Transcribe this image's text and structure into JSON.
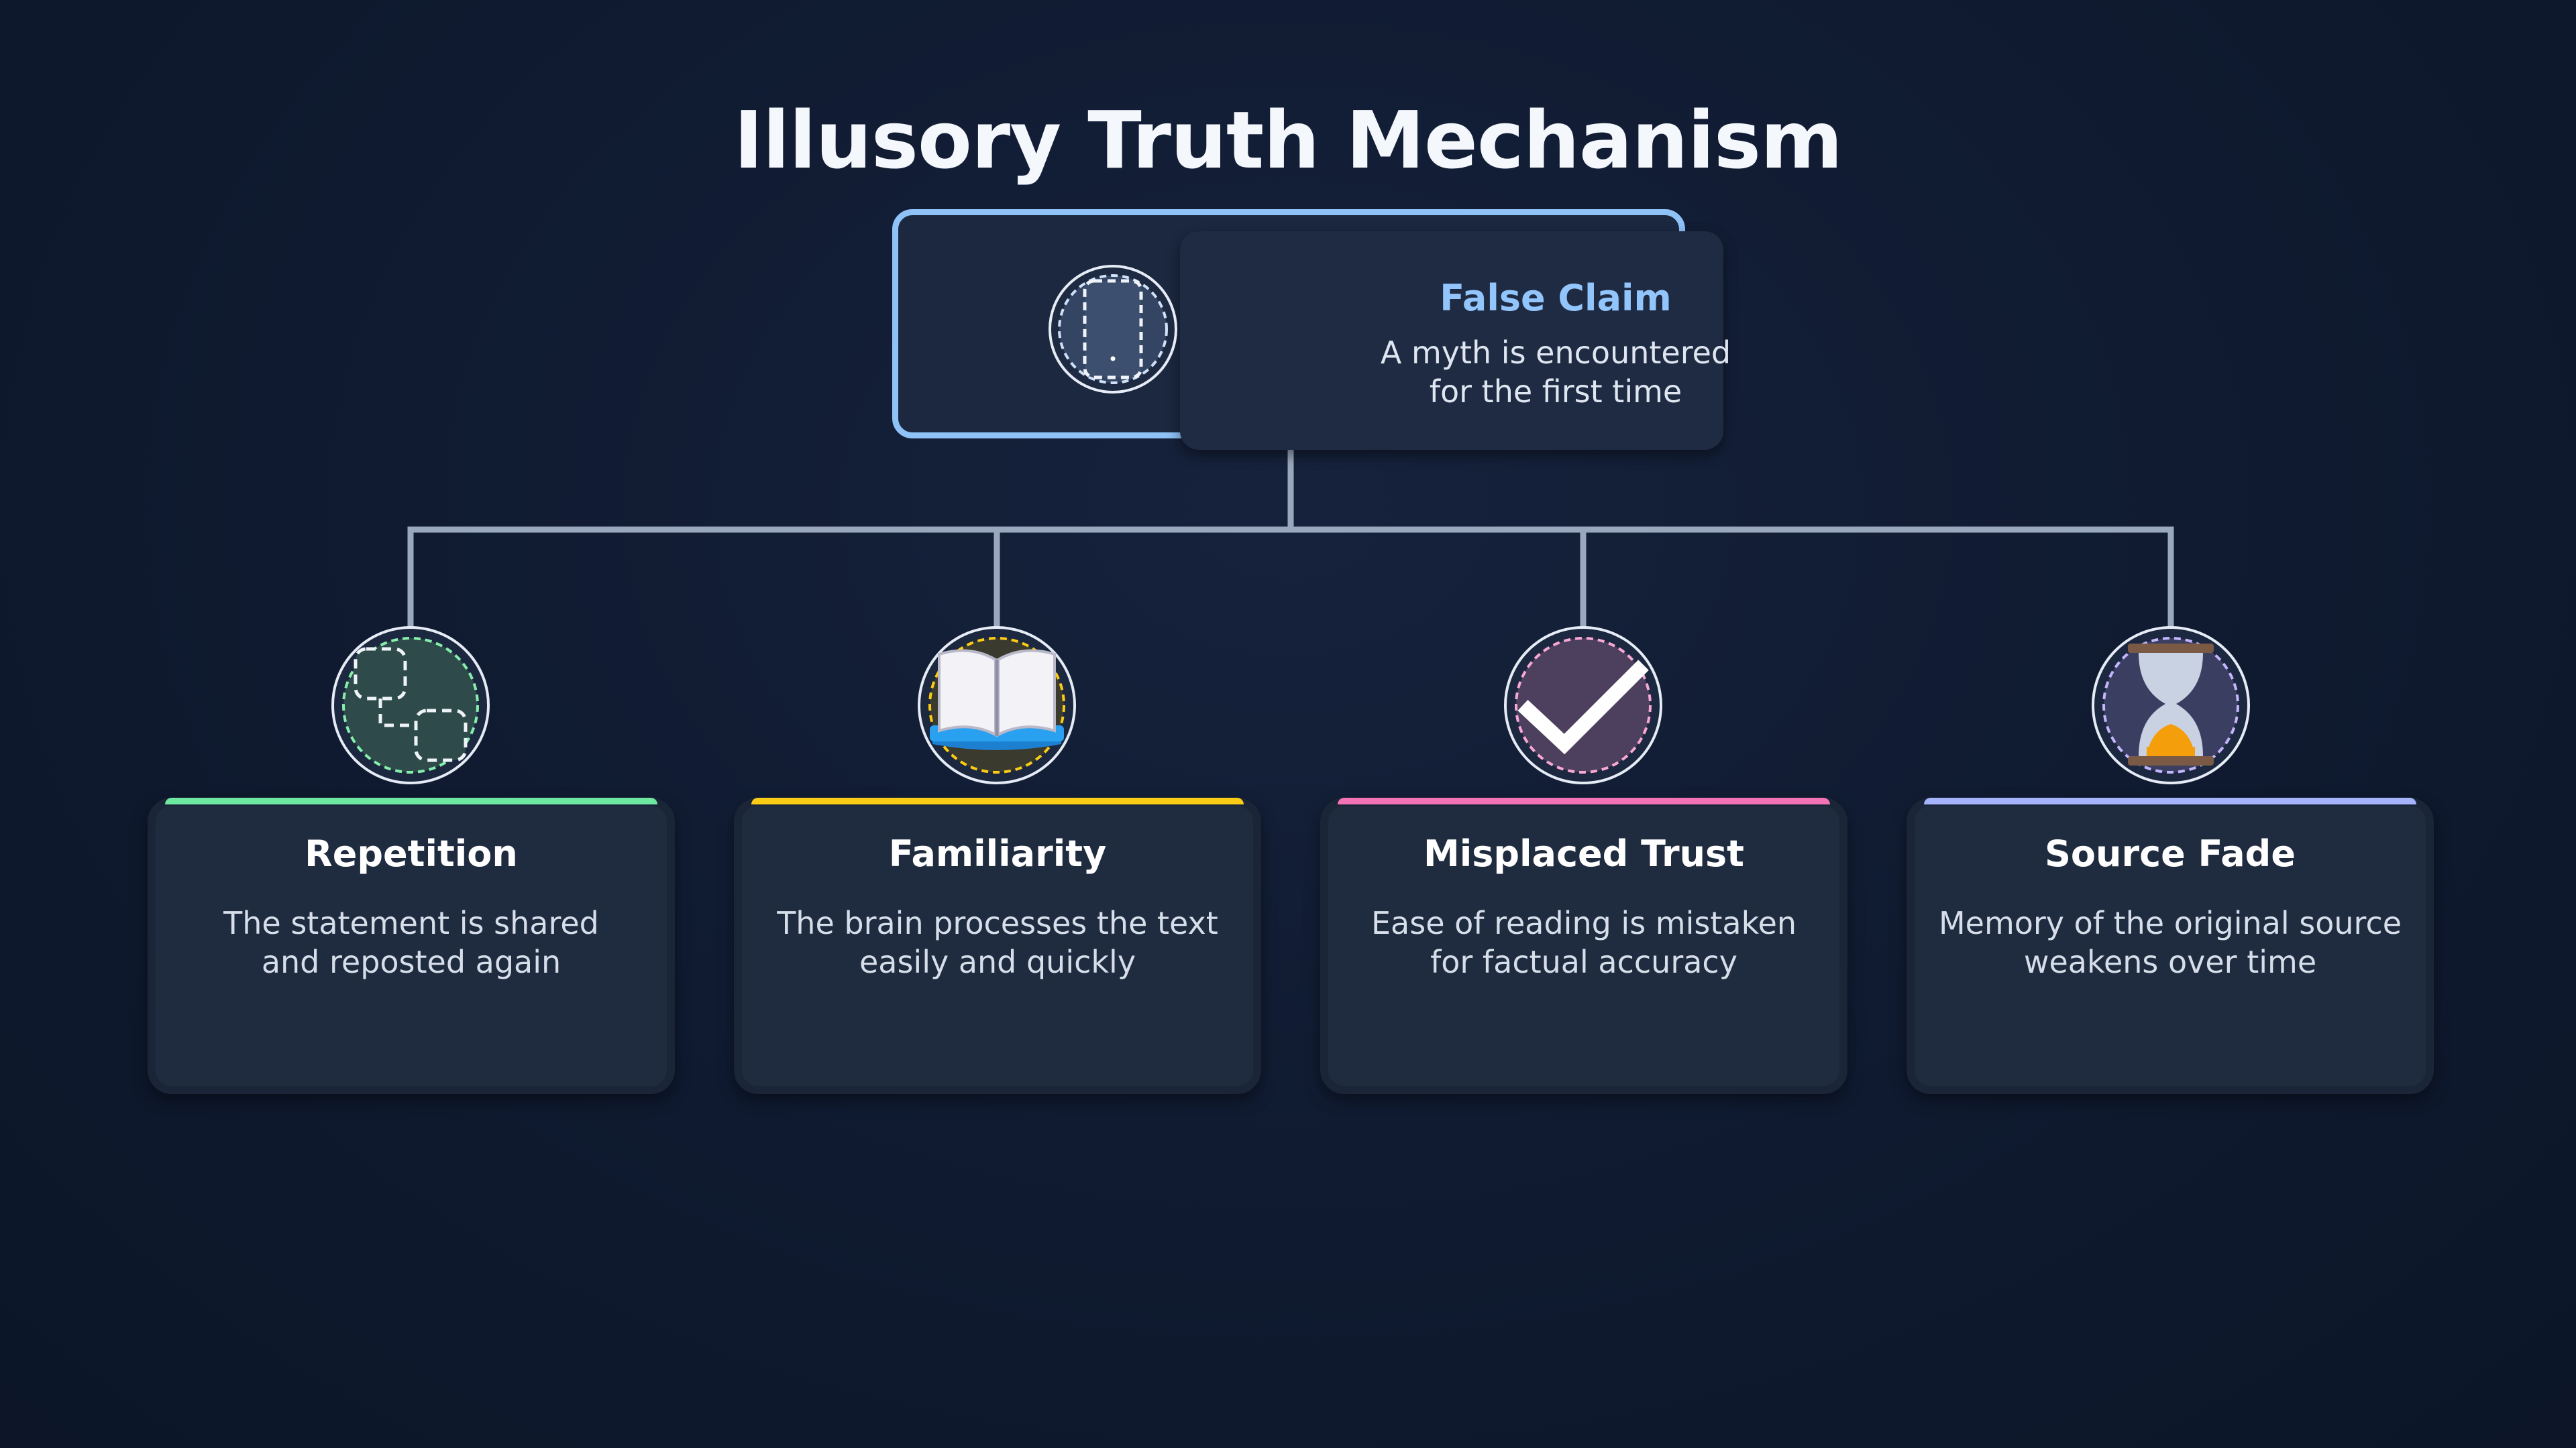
{
  "title": "Illusory Truth Mechanism",
  "root": {
    "label": "False Claim",
    "description_line1": "A myth is encountered",
    "description_line2": "for the first time",
    "icon": "phone-icon",
    "color": "#93c5fd"
  },
  "steps": [
    {
      "label": "Repetition",
      "description_line1": "The statement is shared",
      "description_line2": "and reposted again",
      "icon": "repeat-squares-icon",
      "color": "#6ee7a0"
    },
    {
      "label": "Familiarity",
      "description_line1": "The brain processes the text",
      "description_line2": "easily and quickly",
      "icon": "open-book-icon",
      "color": "#facc15"
    },
    {
      "label": "Misplaced Trust",
      "description_line1": "Ease of reading is mistaken",
      "description_line2": "for factual accuracy",
      "icon": "checkmark-icon",
      "color": "#f472b6"
    },
    {
      "label": "Source Fade",
      "description_line1": "Memory of the original source",
      "description_line2": "weakens over time",
      "icon": "hourglass-icon",
      "color": "#a5b4fc"
    }
  ]
}
